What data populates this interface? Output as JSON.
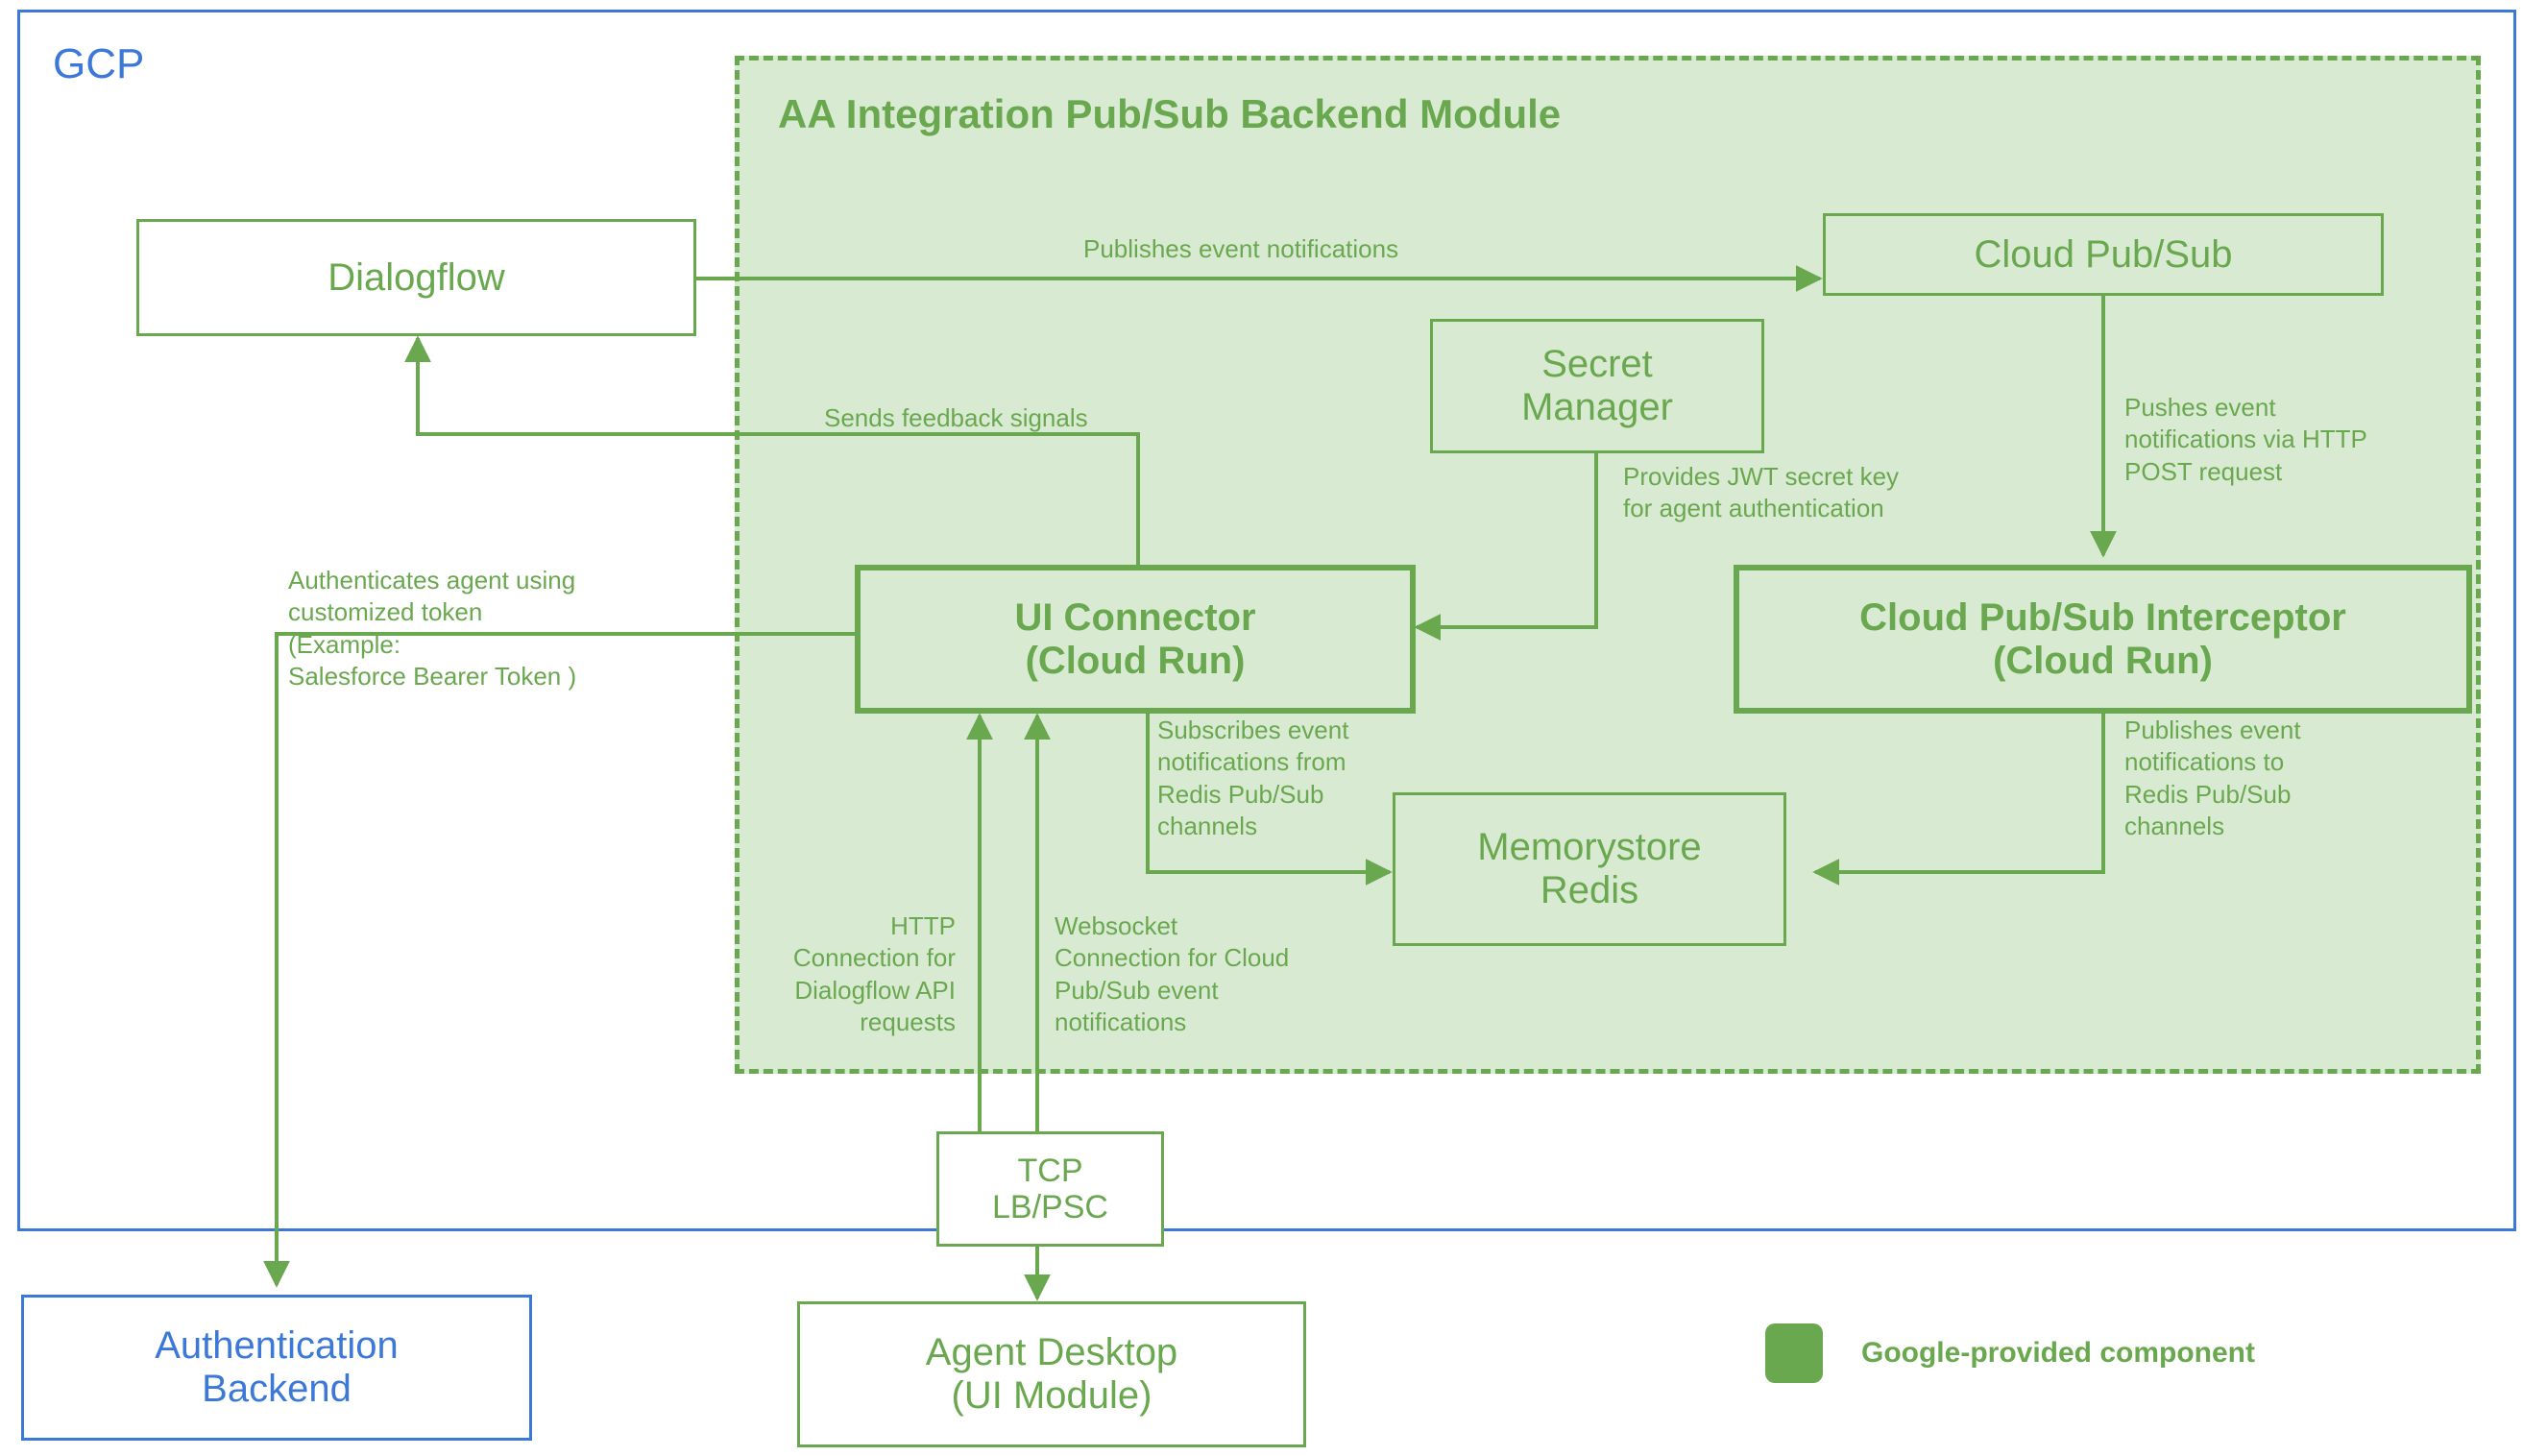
{
  "diagram": {
    "cloud_frame": {
      "label": "GCP",
      "border_color": "#3c78d8"
    },
    "module": {
      "title": "AA Integration Pub/Sub Backend Module",
      "fill": "#d9ead3",
      "border_color": "#6aa84f"
    },
    "colors": {
      "green": "#6aa84f",
      "blue": "#3c78d8",
      "module_fill": "#d9ead3"
    },
    "nodes": {
      "dialogflow": "Dialogflow",
      "cloud_pubsub": "Cloud Pub/Sub",
      "secret_manager_line1": "Secret",
      "secret_manager_line2": "Manager",
      "ui_connector_line1": "UI Connector",
      "ui_connector_line2": "(Cloud Run)",
      "interceptor_line1": "Cloud Pub/Sub Interceptor",
      "interceptor_line2": "(Cloud Run)",
      "memorystore_line1": "Memorystore",
      "memorystore_line2": "Redis",
      "tcp_lb_line1": "TCP",
      "tcp_lb_line2": "LB/PSC",
      "agent_desktop_line1": "Agent Desktop",
      "agent_desktop_line2": "(UI Module)",
      "auth_backend_line1": "Authentication",
      "auth_backend_line2": "Backend"
    },
    "edge_labels": {
      "publishes_event_notifications": "Publishes event notifications",
      "sends_feedback_signals": "Sends feedback signals",
      "provides_jwt": "Provides JWT secret key\nfor agent authentication",
      "pushes_event_http_post": "Pushes event\nnotifications via HTTP\nPOST request",
      "authenticates_agent": "Authenticates agent using\ncustomized token\n(Example:\nSalesforce Bearer Token )",
      "subscribes_event_redis": "Subscribes event\nnotifications from\nRedis Pub/Sub\nchannels",
      "publishes_event_redis": "Publishes event\nnotifications to\nRedis Pub/Sub\nchannels",
      "http_connection_dialogflow": "HTTP\nConnection for\nDialogflow API\nrequests",
      "websocket_connection_pubsub": "Websocket\nConnection for Cloud\nPub/Sub event\nnotifications"
    },
    "legend": {
      "label": "Google-provided component",
      "swatch_color": "#6aa84f"
    }
  }
}
